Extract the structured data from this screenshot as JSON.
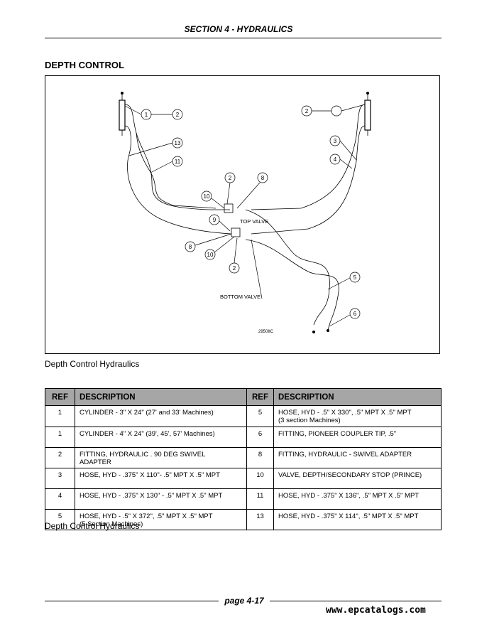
{
  "header": {
    "title": "SECTION 4 - HYDRAULICS"
  },
  "section_title": "DEPTH CONTROL",
  "diagram": {
    "callouts": [
      "1",
      "2",
      "13",
      "11",
      "2",
      "3",
      "4",
      "2",
      "8",
      "10",
      "9",
      "TOP VALVE",
      "8",
      "10",
      "2",
      "BOTTOM VALVE",
      "5",
      "6",
      "2950IIC"
    ]
  },
  "figure_caption": "Depth Control Hydraulics",
  "table": {
    "headers": [
      "REF",
      "DESCRIPTION",
      "REF",
      "DESCRIPTION"
    ],
    "rows": [
      {
        "ref1": "1",
        "desc1": "CYLINDER - 3\" X 24\"  (27' and 33' Machines)",
        "ref2": "5",
        "desc2": "HOSE, HYD - .5\" X 330\", .5\" MPT X .5\" MPT",
        "desc2b": "(3 section Machines)"
      },
      {
        "ref1": "1",
        "desc1": "CYLINDER - 4\" X 24\" (39', 45', 57' Machines)",
        "ref2": "6",
        "desc2": "FITTING, PIONEER COUPLER TIP, .5\"",
        "desc2b": ""
      },
      {
        "ref1": "2",
        "desc1": "FITTING, HYDRAULIC . 90 DEG SWIVEL",
        "desc1b": "ADAPTER",
        "ref2": "8",
        "desc2": "FITTING, HYDRAULIC - SWIVEL ADAPTER",
        "desc2b": ""
      },
      {
        "ref1": "3",
        "desc1": "HOSE, HYD - .375\" X 110\"- .5\" MPT X .5\" MPT",
        "ref2": "10",
        "desc2": "VALVE, DEPTH/SECONDARY STOP (PRINCE)",
        "desc2b": ""
      },
      {
        "ref1": "4",
        "desc1": "HOSE, HYD - .375\" X 130\" - .5\" MPT X .5\" MPT",
        "ref2": "11",
        "desc2": "HOSE, HYD - .375\" X 136\", .5\" MPT X .5\" MPT",
        "desc2b": ""
      },
      {
        "ref1": "5",
        "desc1": "HOSE, HYD - .5\" X 372\", .5\" MPT X .5\" MPT",
        "desc1b": "(5 Section Machines)",
        "ref2": "13",
        "desc2": "HOSE, HYD - .375\" X 114\", .5\" MPT X .5\" MPT",
        "desc2b": ""
      }
    ]
  },
  "table_caption": "Depth Control Hydraulics",
  "footer": {
    "page": "page 4-17",
    "site": "www.epcatalogs.com"
  }
}
